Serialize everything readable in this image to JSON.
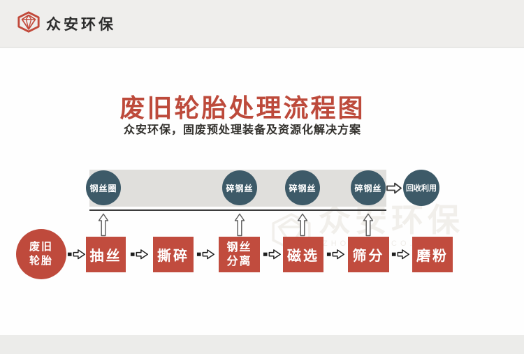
{
  "header": {
    "brand": "众安环保"
  },
  "page": {
    "title": "废旧轮胎处理流程图",
    "subtitle": "众安环保，固废预处理装备及资源化解决方案"
  },
  "diagram": {
    "outputs": [
      {
        "label": "钢丝圈"
      },
      {
        "label": "碎钢丝"
      },
      {
        "label": "碎钢丝"
      },
      {
        "label": "碎钢丝"
      }
    ],
    "recycle_label": "回收利用",
    "source": {
      "lines": [
        "废旧",
        "轮胎"
      ]
    },
    "steps": [
      {
        "lines": [
          "抽丝"
        ]
      },
      {
        "lines": [
          "撕碎"
        ]
      },
      {
        "lines": [
          "钢丝",
          "分离"
        ]
      },
      {
        "lines": [
          "磁选"
        ]
      },
      {
        "lines": [
          "筛分"
        ]
      },
      {
        "lines": [
          "磨粉"
        ]
      }
    ],
    "watermark": {
      "text": "众安环保",
      "subtext": "ZHONGAN.CO.C"
    }
  },
  "colors": {
    "accent_red": "#c14c3e",
    "title_red": "#bd4a3b",
    "node_teal": "#3d5a68",
    "band_gray": "#e0dfdc",
    "line_dark": "#3d3d3d",
    "page_bg": "#ececea",
    "sheet_bg": "#fefefe"
  },
  "icons": {
    "brand": "hexagon-gem-icon",
    "flow": "solid-tail-hollow-arrow-right-icon",
    "up": "hollow-arrow-up-icon",
    "recycle": "hollow-arrow-right-icon"
  }
}
